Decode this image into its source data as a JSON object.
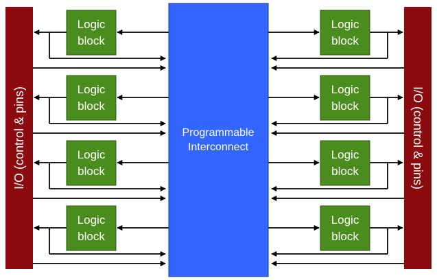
{
  "colors": {
    "io_bar": "#8b0a0e",
    "logic_block": "#4b8c1e",
    "interconnect": "#3366ff",
    "wire": "#000000"
  },
  "interconnect": {
    "line1": "Programmable",
    "line2": "Interconnect"
  },
  "io": {
    "left_label": "I/O (control & pins)",
    "right_label": "I/O (control & pins)"
  },
  "logic_blocks": {
    "left": [
      {
        "line1": "Logic",
        "line2": "block"
      },
      {
        "line1": "Logic",
        "line2": "block"
      },
      {
        "line1": "Logic",
        "line2": "block"
      },
      {
        "line1": "Logic",
        "line2": "block"
      }
    ],
    "right": [
      {
        "line1": "Logic",
        "line2": "block"
      },
      {
        "line1": "Logic",
        "line2": "block"
      },
      {
        "line1": "Logic",
        "line2": "block"
      },
      {
        "line1": "Logic",
        "line2": "block"
      }
    ]
  }
}
